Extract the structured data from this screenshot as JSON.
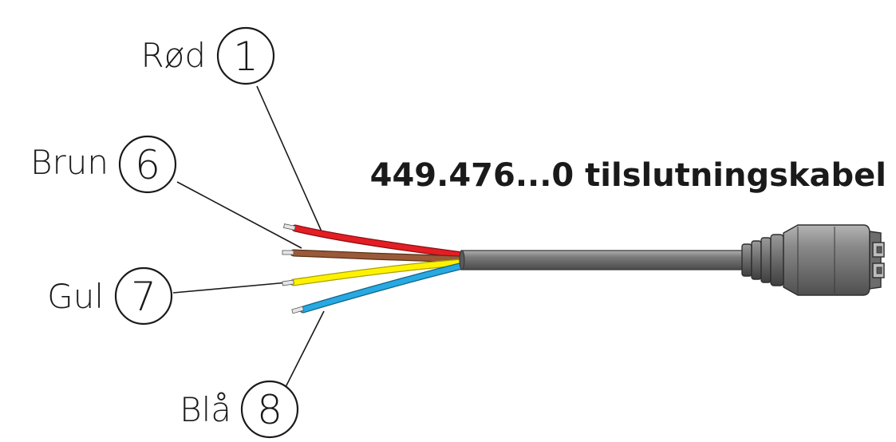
{
  "title": "449.476...0 tilslutningskabel",
  "wires": [
    {
      "label": "Rød",
      "number": "1",
      "color": "#e31e24"
    },
    {
      "label": "Brun",
      "number": "6",
      "color": "#9a5a3a"
    },
    {
      "label": "Gul",
      "number": "7",
      "color": "#fff200"
    },
    {
      "label": "Blå",
      "number": "8",
      "color": "#27a9e1"
    }
  ],
  "colors": {
    "cable": "#7d7d7d",
    "connector": "#8a8a8a",
    "line": "#1a1a1a"
  }
}
